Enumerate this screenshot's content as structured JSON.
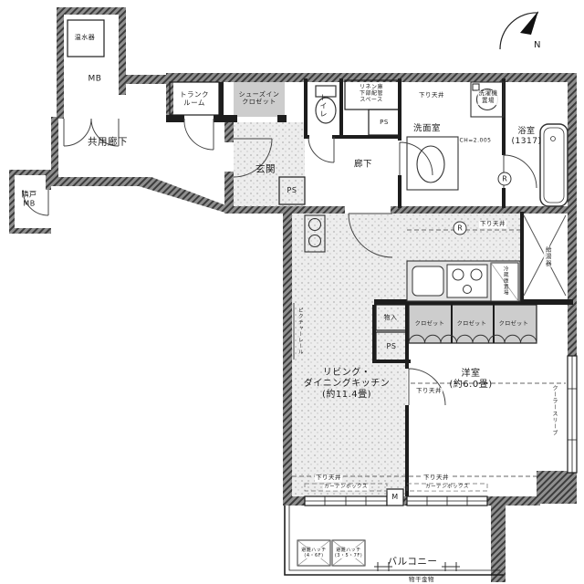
{
  "compass": {
    "north": "N"
  },
  "colors": {
    "wall_dark": "#3c3c3c",
    "wall_gray": "#8f8f8f",
    "closet_fill": "#cdcdcd",
    "floor_dot": "#b5b5b5"
  },
  "labels": {
    "water_heater": "温水器",
    "mb": "MB",
    "common_corridor": "共用廊下",
    "neighbor_mb": "隣戸\nMB",
    "trunk_room": "トランク\nルーム",
    "shoes_in_closet": "シューズイン\nクロゼット",
    "toilet": "トイレ",
    "linen_storage": "リネン庫\n下部配管\nスペース",
    "lowered_ceiling_top": "下り天井",
    "washer_space": "洗濯機\n置場",
    "washroom": "洗面室",
    "ceiling_height": "CH=2.005",
    "bathroom": "浴室\n(1317)",
    "entrance": "玄関",
    "hallway": "廊下",
    "ps_entrance": "PS",
    "ps_linen": "PS",
    "ps_bedroom": "PS",
    "r_washroom": "R",
    "r_kitchen": "R",
    "lowered_ceiling_kitchen": "下り天井",
    "water_heater_unit": "給湯器",
    "refrigerator_space": "冷蔵庫置場",
    "closet_1": "クロゼット",
    "closet_2": "クロゼット",
    "closet_3": "クロゼット",
    "storage": "物入",
    "living_dining_kitchen": "リビング・\nダイニングキッチン\n(約11.4畳)",
    "bedroom": "洋室\n(約6.0畳)",
    "lowered_ceiling_bedroom": "下り天井",
    "picture_rail": "ピクチャーレール",
    "curtain_box_left": "カーテンボックス",
    "curtain_box_right": "カーテンボックス",
    "multimedia": "M",
    "lowered_ceiling_balcony_left": "下り天井",
    "lowered_ceiling_balcony_right": "下り天井",
    "balcony": "バルコニー",
    "laundry_hardware": "物干金物",
    "evacuation_hatch_1": "避難ハッチ\n(4・6F)",
    "evacuation_hatch_2": "避難ハッチ\n(3・5・7F)",
    "cooler_sleeve": "クーラースリーブ"
  }
}
